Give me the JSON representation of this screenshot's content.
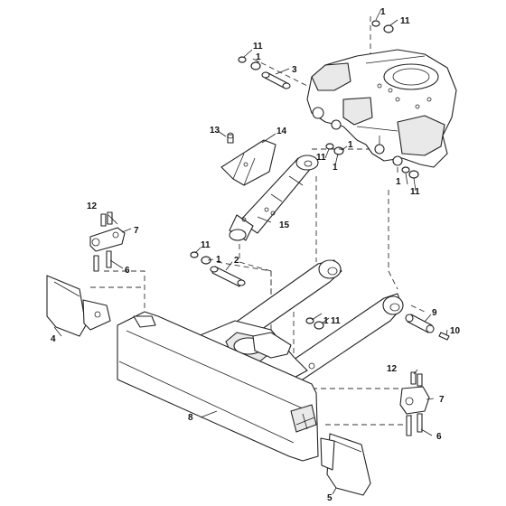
{
  "diagram": {
    "callouts": {
      "c1_a": "1",
      "c11_a": "11",
      "c11_b": "11",
      "c1_b": "1",
      "c3": "3",
      "c13": "13",
      "c14": "14",
      "c11_c": "11",
      "c1_c": "1",
      "c1_d": "1",
      "c1_e": "1",
      "c11_d": "11",
      "c12_a": "12",
      "c7_a": "7",
      "c15": "15",
      "c11_e": "11",
      "c1_f": "1",
      "c2": "2",
      "c6_a": "6",
      "c4": "4",
      "c9": "9",
      "c1_g": "1",
      "c11_f": "11",
      "c10": "10",
      "c8": "8",
      "c12_b": "12",
      "c7_b": "7",
      "c6_b": "6",
      "c5": "5"
    }
  }
}
